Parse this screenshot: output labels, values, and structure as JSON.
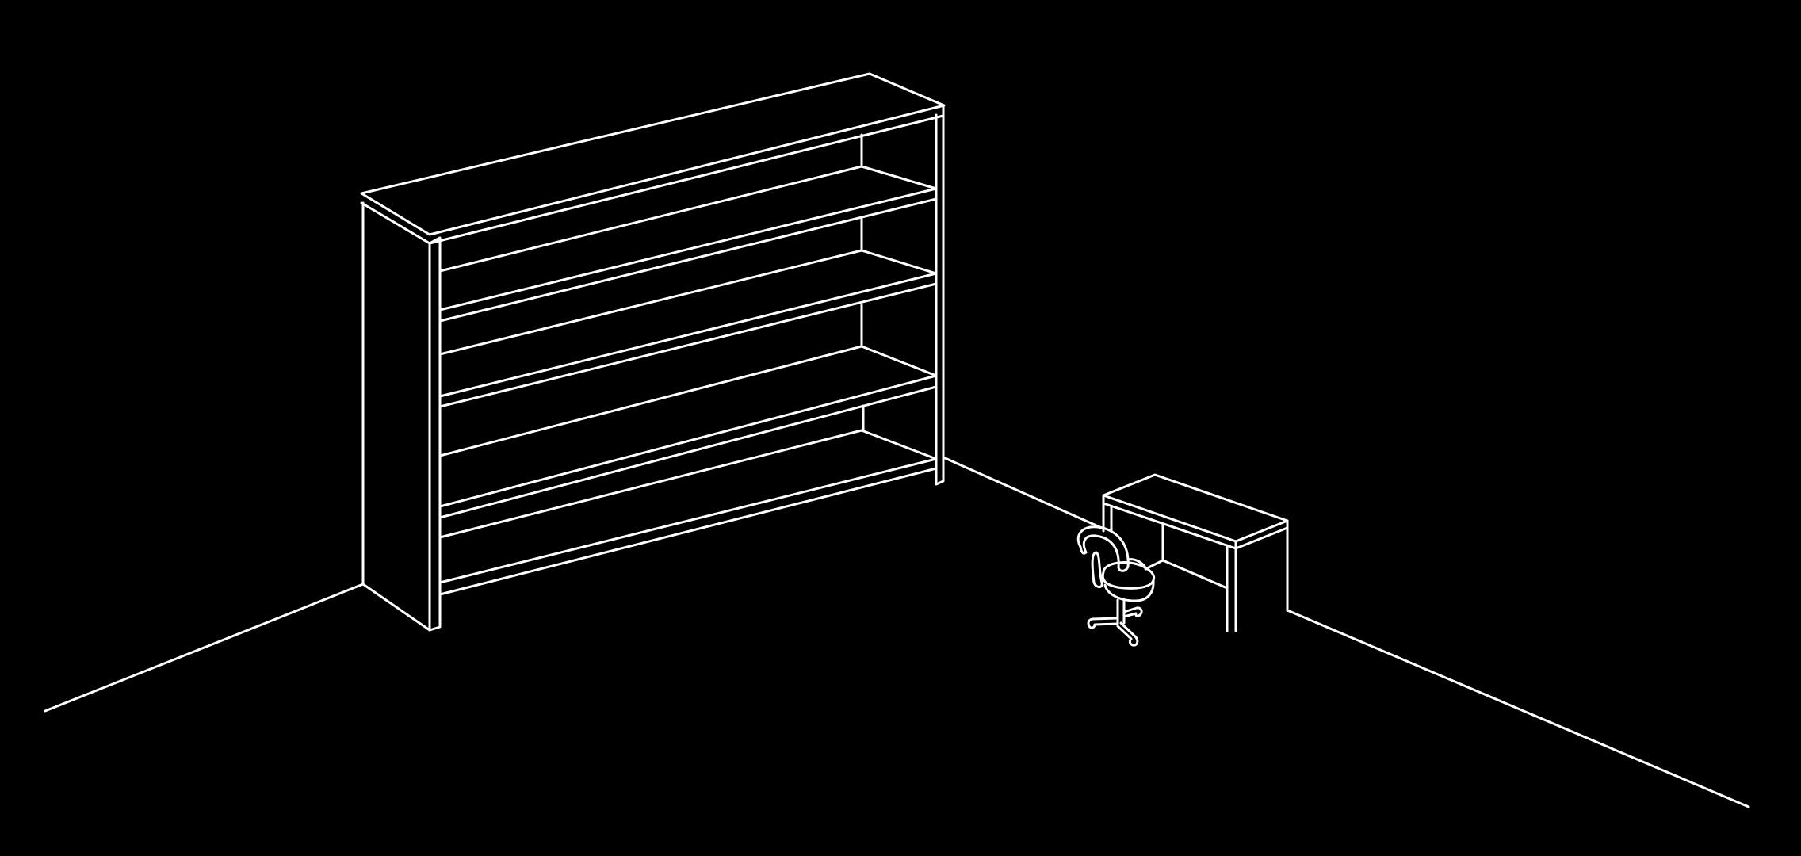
{
  "scene": {
    "background_color": "#000000",
    "line_color": "#ffffff",
    "objects": [
      "room-floor",
      "bookshelf",
      "desk",
      "office-chair"
    ]
  }
}
